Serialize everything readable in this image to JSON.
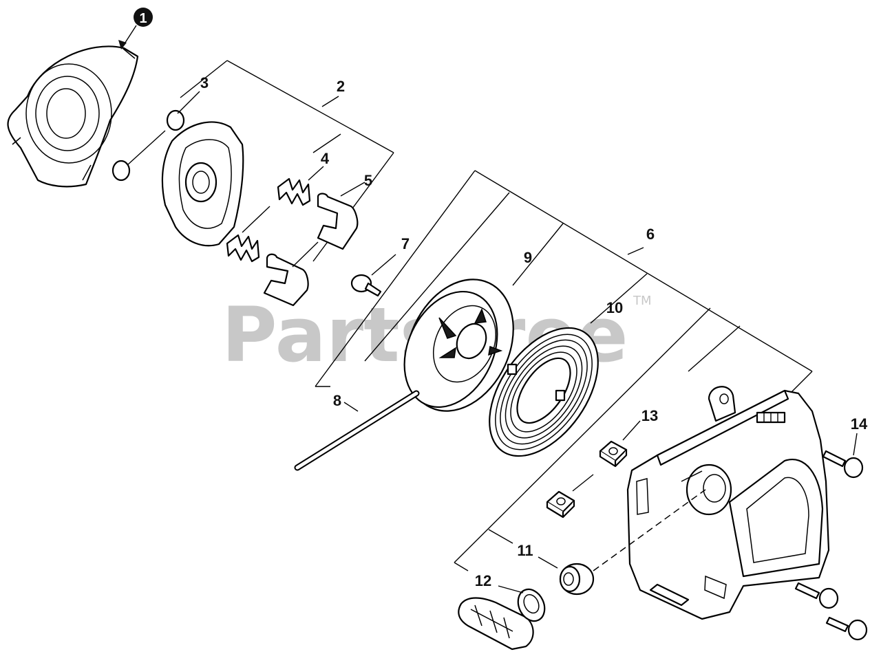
{
  "watermark": {
    "text": "PartsTree",
    "trademark": "TM"
  },
  "callout_badge": "1",
  "labels": {
    "l2": "2",
    "l3": "3",
    "l4": "4",
    "l5": "5",
    "l6": "6",
    "l7": "7",
    "l8": "8",
    "l9": "9",
    "l10": "10",
    "l11": "11",
    "l12": "12",
    "l13": "13",
    "l14": "14"
  }
}
